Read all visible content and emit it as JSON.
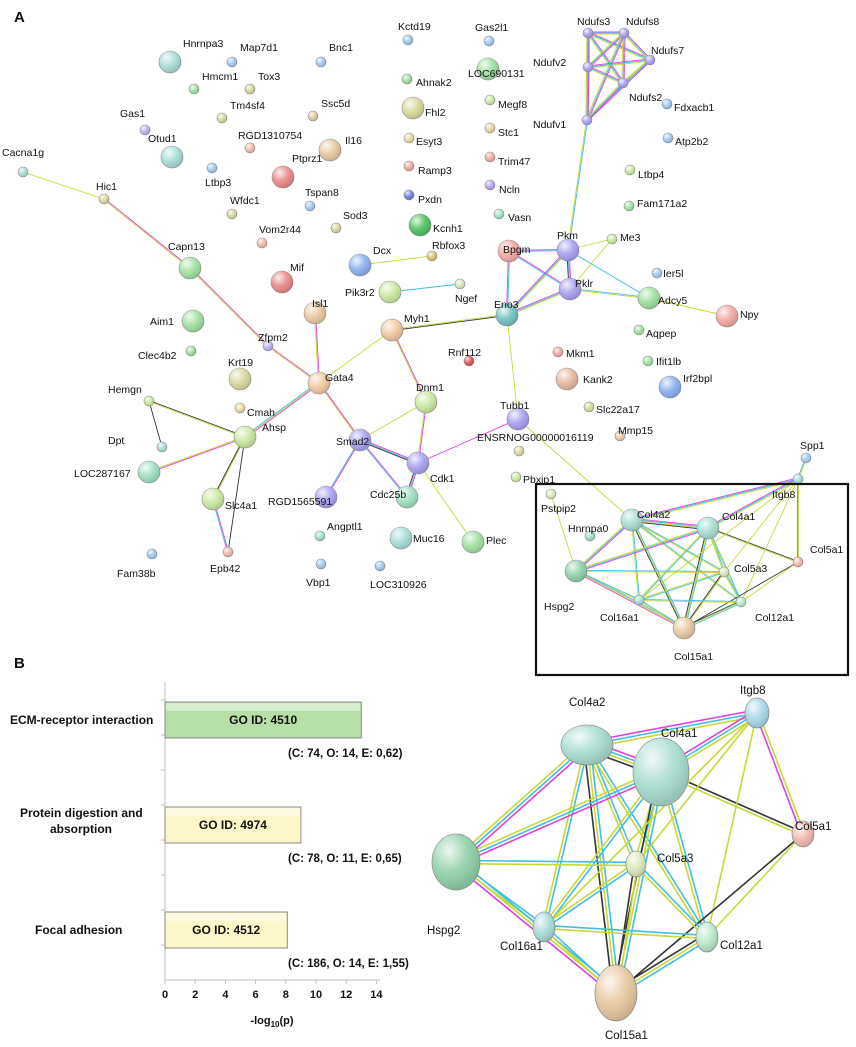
{
  "panel_a": {
    "letter": "A"
  },
  "panel_b": {
    "letter": "B"
  },
  "network": {
    "nodes": [
      {
        "id": "Hnrnpa3",
        "label": "Hnrnpa3",
        "color": "#a8dcd8"
      },
      {
        "id": "Map7d1",
        "label": "Map7d1",
        "color": "#9ec8ef"
      },
      {
        "id": "Bnc1",
        "label": "Bnc1",
        "color": "#9ec8ef"
      },
      {
        "id": "Hmcm1",
        "label": "Hmcm1",
        "color": "#9fe0a0"
      },
      {
        "id": "Tox3",
        "label": "Tox3",
        "color": "#d8d89a"
      },
      {
        "id": "Tm4sf4",
        "label": "Tm4sf4",
        "color": "#d8d89a"
      },
      {
        "id": "Ssc5d",
        "label": "Ssc5d",
        "color": "#e8c8a0"
      },
      {
        "id": "Gas1",
        "label": "Gas1",
        "color": "#b8b0f0"
      },
      {
        "id": "Otud1",
        "label": "Otud1",
        "color": "#a8dcd8"
      },
      {
        "id": "RGD1310754",
        "label": "RGD1310754",
        "color": "#f0b8a8"
      },
      {
        "id": "Il16",
        "label": "Il16",
        "color": "#e8c8a0"
      },
      {
        "id": "Cacna1g",
        "label": "Cacna1g",
        "color": "#a8dcd8"
      },
      {
        "id": "Ptprz1",
        "label": "Ptprz1",
        "color": "#e88888"
      },
      {
        "id": "Ltbp3",
        "label": "Ltbp3",
        "color": "#9ec8ef"
      },
      {
        "id": "Tspan8",
        "label": "Tspan8",
        "color": "#9ec8ef"
      },
      {
        "id": "Wfdc1",
        "label": "Wfdc1",
        "color": "#d8d89a"
      },
      {
        "id": "Hic1",
        "label": "Hic1",
        "color": "#d8d89a"
      },
      {
        "id": "Sod3",
        "label": "Sod3",
        "color": "#d8d89a"
      },
      {
        "id": "Vom2r44",
        "label": "Vom2r44",
        "color": "#f0b8a8"
      },
      {
        "id": "Capn13",
        "label": "Capn13",
        "color": "#9fe0a0"
      },
      {
        "id": "Mif",
        "label": "Mif",
        "color": "#e88888"
      },
      {
        "id": "Dcx",
        "label": "Dcx",
        "color": "#8ab0f0"
      },
      {
        "id": "Rbfox3",
        "label": "Rbfox3",
        "color": "#d8c070"
      },
      {
        "id": "Pik3r2",
        "label": "Pik3r2",
        "color": "#c8e8a0"
      },
      {
        "id": "Ngef",
        "label": "Ngef",
        "color": "#d8e8b8"
      },
      {
        "id": "Aim1",
        "label": "Aim1",
        "color": "#9fe0a0"
      },
      {
        "id": "Isl1",
        "label": "Isl1",
        "color": "#e8c8a0"
      },
      {
        "id": "Zfpm2",
        "label": "Zfpm2",
        "color": "#b8b0f0"
      },
      {
        "id": "Clec4b2",
        "label": "Clec4b2",
        "color": "#9fe0a0"
      },
      {
        "id": "Krt19",
        "label": "Krt19",
        "color": "#d8d89a"
      },
      {
        "id": "Myh1",
        "label": "Myh1",
        "color": "#f0c8a0"
      },
      {
        "id": "Gata4",
        "label": "Gata4",
        "color": "#f0c8a0"
      },
      {
        "id": "Hemgn",
        "label": "Hemgn",
        "color": "#c8e8a0"
      },
      {
        "id": "Cmah",
        "label": "Cmah",
        "color": "#e8d8a0"
      },
      {
        "id": "Dnm1",
        "label": "Dnm1",
        "color": "#c8e8a0"
      },
      {
        "id": "Rnf112",
        "label": "Rnf112",
        "color": "#e05050"
      },
      {
        "id": "Dpt",
        "label": "Dpt",
        "color": "#a8dcd8"
      },
      {
        "id": "Ahsp",
        "label": "Ahsp",
        "color": "#c8e8a0"
      },
      {
        "id": "Smad2",
        "label": "Smad2",
        "color": "#a8a0f0"
      },
      {
        "id": "LOC287167",
        "label": "LOC287167",
        "color": "#9fe0c0"
      },
      {
        "id": "RGD1565591",
        "label": "RGD1565591",
        "color": "#a8a0f0"
      },
      {
        "id": "Cdc25b",
        "label": "Cdc25b",
        "color": "#9fe0c0"
      },
      {
        "id": "Cdk1",
        "label": "Cdk1",
        "color": "#a8a0f0"
      },
      {
        "id": "Slc4a1",
        "label": "Slc4a1",
        "color": "#c8e8a0"
      },
      {
        "id": "Angptl1",
        "label": "Angptl1",
        "color": "#9fe0c0"
      },
      {
        "id": "Muc16",
        "label": "Muc16",
        "color": "#a8dcd8"
      },
      {
        "id": "Plec",
        "label": "Plec",
        "color": "#9fe0a0"
      },
      {
        "id": "Epb42",
        "label": "Epb42",
        "color": "#f0b8a8"
      },
      {
        "id": "Fam38b",
        "label": "Fam38b",
        "color": "#9ec8ef"
      },
      {
        "id": "Vbp1",
        "label": "Vbp1",
        "color": "#9ec8ef"
      },
      {
        "id": "LOC310926",
        "label": "LOC310926",
        "color": "#9ec8ef"
      },
      {
        "id": "Kctd19",
        "label": "Kctd19",
        "color": "#9ec8ef"
      },
      {
        "id": "Ahnak2",
        "label": "Ahnak2",
        "color": "#9fe0a0"
      },
      {
        "id": "Fhl2",
        "label": "Fhl2",
        "color": "#d8d89a"
      },
      {
        "id": "Esyt3",
        "label": "Esyt3",
        "color": "#e8d8a0"
      },
      {
        "id": "Ramp3",
        "label": "Ramp3",
        "color": "#f0a8a0"
      },
      {
        "id": "Pxdn",
        "label": "Pxdn",
        "color": "#6880e0"
      },
      {
        "id": "Kcnh1",
        "label": "Kcnh1",
        "color": "#50c060"
      },
      {
        "id": "Gas2l1",
        "label": "Gas2l1",
        "color": "#9ec8ef"
      },
      {
        "id": "LOC690131",
        "label": "LOC690131",
        "color": "#9fe0a0"
      },
      {
        "id": "Megf8",
        "label": "Megf8",
        "color": "#c8e8a0"
      },
      {
        "id": "Stc1",
        "label": "Stc1",
        "color": "#e8d8a0"
      },
      {
        "id": "Trim47",
        "label": "Trim47",
        "color": "#f0a8a0"
      },
      {
        "id": "Ncln",
        "label": "Ncln",
        "color": "#b8a0f0"
      },
      {
        "id": "Vasn",
        "label": "Vasn",
        "color": "#9fe0c0"
      },
      {
        "id": "Bpgm",
        "label": "Bpgm",
        "color": "#f0a8a0"
      },
      {
        "id": "Pkm",
        "label": "Pkm",
        "color": "#a8a0f0"
      },
      {
        "id": "Me3",
        "label": "Me3",
        "color": "#c8e8a0"
      },
      {
        "id": "Pklr",
        "label": "Pklr",
        "color": "#a8a0f0"
      },
      {
        "id": "Eno3",
        "label": "Eno3",
        "color": "#70c0c0"
      },
      {
        "id": "Adcy5",
        "label": "Adcy5",
        "color": "#9fe0a0"
      },
      {
        "id": "Npy",
        "label": "Npy",
        "color": "#f0a8a0"
      },
      {
        "id": "Ndufs3",
        "label": "Ndufs3",
        "color": "#a8a0f0"
      },
      {
        "id": "Ndufs8",
        "label": "Ndufs8",
        "color": "#a8a0f0"
      },
      {
        "id": "Ndufv2",
        "label": "Ndufv2",
        "color": "#a8a0f0"
      },
      {
        "id": "Ndufs7",
        "label": "Ndufs7",
        "color": "#a8a0f0"
      },
      {
        "id": "Ndufs2",
        "label": "Ndufs2",
        "color": "#a8a0f0"
      },
      {
        "id": "Ndufv1",
        "label": "Ndufv1",
        "color": "#a8a0f0"
      },
      {
        "id": "Fdxacb1",
        "label": "Fdxacb1",
        "color": "#9ec8ef"
      },
      {
        "id": "Atp2b2",
        "label": "Atp2b2",
        "color": "#9ec8ef"
      },
      {
        "id": "Ltbp4",
        "label": "Ltbp4",
        "color": "#c8e8a0"
      },
      {
        "id": "Fam171a2",
        "label": "Fam171a2",
        "color": "#9fe0a0"
      },
      {
        "id": "Ier5l",
        "label": "Ier5l",
        "color": "#9ec8ef"
      },
      {
        "id": "Aqpep",
        "label": "Aqpep",
        "color": "#9fe0a0"
      },
      {
        "id": "Ifit1lb",
        "label": "Ifit1lb",
        "color": "#9fe0a0"
      },
      {
        "id": "Irf2bpl",
        "label": "Irf2bpl",
        "color": "#8ab0f0"
      },
      {
        "id": "Mkm1",
        "label": "Mkm1",
        "color": "#f0a8a0"
      },
      {
        "id": "Kank2",
        "label": "Kank2",
        "color": "#e8b8a0"
      },
      {
        "id": "Tubb1",
        "label": "Tubb1",
        "color": "#a8a0f0"
      },
      {
        "id": "Slc22a17",
        "label": "Slc22a17",
        "color": "#d8d89a"
      },
      {
        "id": "Mmp15",
        "label": "Mmp15",
        "color": "#e8c8a0"
      },
      {
        "id": "ENSRNOG00000016119",
        "label": "ENSRNOG00000016119",
        "color": "#d8d89a"
      },
      {
        "id": "Pbxip1",
        "label": "Pbxip1",
        "color": "#c8e8a0"
      },
      {
        "id": "Pstpip2",
        "label": "Pstpip2",
        "color": "#d8e8b8"
      },
      {
        "id": "Spp1",
        "label": "Spp1",
        "color": "#9ec8ef"
      },
      {
        "id": "Hnrnpa0",
        "label": "Hnrnpa0",
        "color": "#9fe0c0"
      },
      {
        "id": "Col4a2",
        "label": "Col4a2",
        "color": "#a8dcd0"
      },
      {
        "id": "Col4a1",
        "label": "Col4a1",
        "color": "#a8dcd0"
      },
      {
        "id": "Itgb8",
        "label": "Itgb8",
        "color": "#a8d8e8"
      },
      {
        "id": "Col5a1",
        "label": "Col5a1",
        "color": "#f0b8b0"
      },
      {
        "id": "Col5a3",
        "label": "Col5a3",
        "color": "#d8e8b8"
      },
      {
        "id": "Hspg2",
        "label": "Hspg2",
        "color": "#90d0a8"
      },
      {
        "id": "Col16a1",
        "label": "Col16a1",
        "color": "#a8dcd8"
      },
      {
        "id": "Col12a1",
        "label": "Col12a1",
        "color": "#b8e8c8"
      },
      {
        "id": "Col15a1",
        "label": "Col15a1",
        "color": "#e8c8a0"
      }
    ]
  },
  "enrichment": {
    "categories": [
      {
        "label_lines": [
          "ECM-receptor interaction"
        ],
        "go_label": "GO ID: 4510",
        "stats": "(C: 74, O: 14, E: 0,62)",
        "value": 13.0,
        "fill": "#b7dfa8"
      },
      {
        "label_lines": [
          "Protein digestion and",
          "absorption"
        ],
        "go_label": "GO ID: 4974",
        "stats": "(C: 78, O: 11, E: 0,65)",
        "value": 9.0,
        "fill": "#fdf6c8"
      },
      {
        "label_lines": [
          "Focal adhesion"
        ],
        "go_label": "GO ID: 4512",
        "stats": "(C: 186, O: 14, E: 1,55)",
        "value": 8.1,
        "fill": "#fdf6c8"
      }
    ],
    "ticks": [
      "0",
      "2",
      "4",
      "6",
      "8",
      "10",
      "12",
      "14"
    ],
    "tick_values": [
      0,
      2,
      4,
      6,
      8,
      10,
      12,
      14
    ],
    "xlabel_main": "-log",
    "xlabel_sub": "10",
    "xlabel_tail": "(p)"
  },
  "zoom_network": {
    "nodes": [
      {
        "id": "Col4a2",
        "label": "Col4a2",
        "color": "#a8dcd0"
      },
      {
        "id": "Col4a1",
        "label": "Col4a1",
        "color": "#a8dcd0"
      },
      {
        "id": "Itgb8",
        "label": "Itgb8",
        "color": "#a8d8e8"
      },
      {
        "id": "Col5a1",
        "label": "Col5a1",
        "color": "#f0b8b0"
      },
      {
        "id": "Col5a3",
        "label": "Col5a3",
        "color": "#d8e8b8"
      },
      {
        "id": "Hspg2",
        "label": "Hspg2",
        "color": "#90d0a8"
      },
      {
        "id": "Col16a1",
        "label": "Col16a1",
        "color": "#a8dcd8"
      },
      {
        "id": "Col12a1",
        "label": "Col12a1",
        "color": "#b8e8c8"
      },
      {
        "id": "Col15a1",
        "label": "Col15a1",
        "color": "#e8c8a0"
      }
    ]
  }
}
